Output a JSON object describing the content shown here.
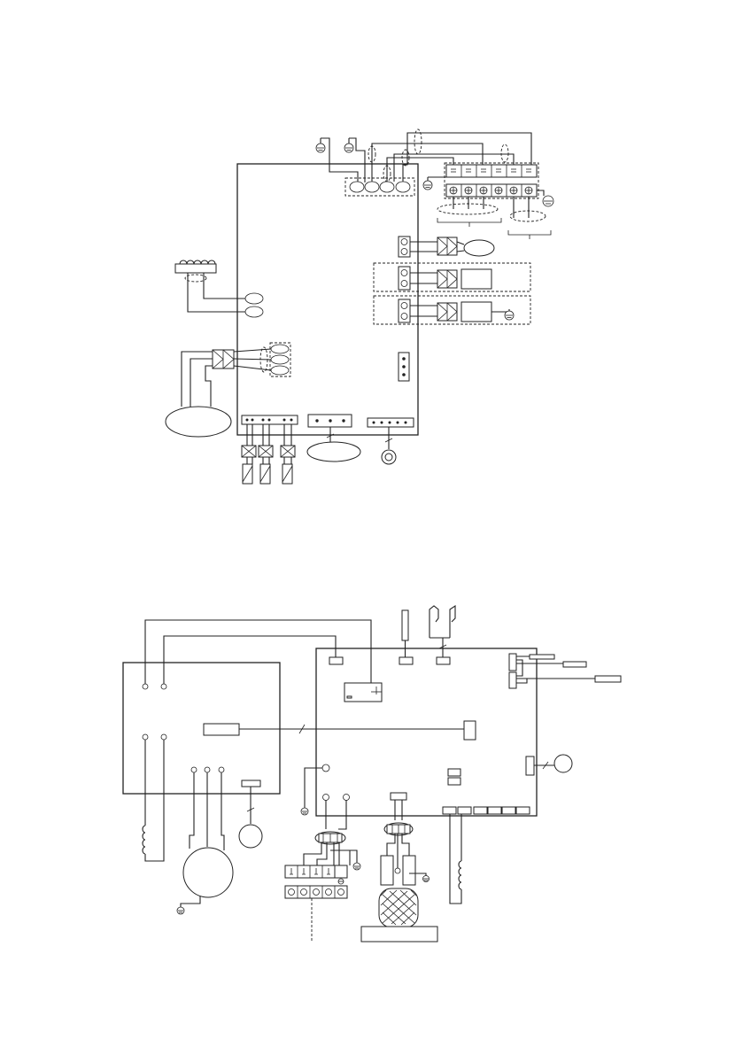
{
  "page": {
    "background": "#ffffff",
    "line_color": "#222222"
  },
  "diagrams": [
    {
      "id": "upper-wiring-diagram",
      "icon": "wiring-diagram"
    },
    {
      "id": "lower-wiring-diagram",
      "icon": "wiring-diagram"
    }
  ]
}
